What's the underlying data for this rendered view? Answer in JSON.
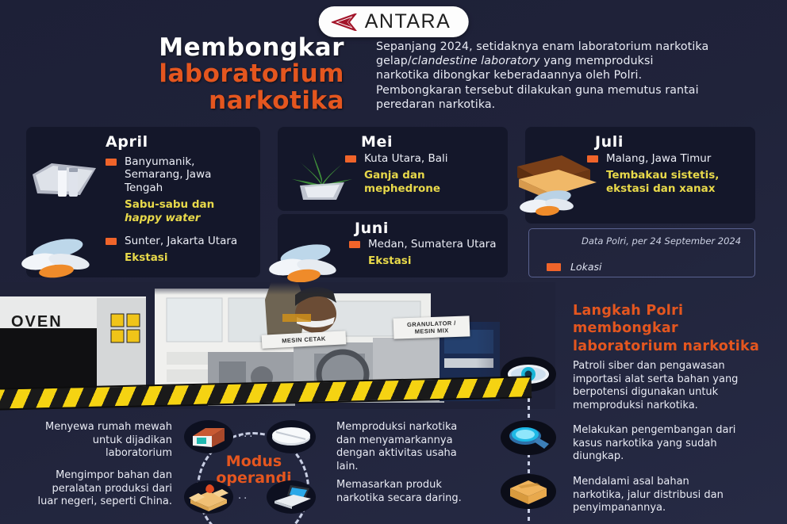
{
  "brand": {
    "name": "ANTARA",
    "logo_icon": "antara-triangle-logo"
  },
  "header": {
    "title_line1": "Membongkar",
    "title_line2": "laboratorium",
    "title_line3": "narkotika",
    "intro_part1": "Sepanjang 2024, setidaknya enam laboratorium narkotika gelap/",
    "intro_italic1": "clandestine laboratory",
    "intro_part2": " yang memproduksi narkotika dibongkar keberadaannya oleh Polri. Pembongkaran tersebut dilakukan guna memutus rantai peredaran narkotika.",
    "accent_orange": "#e4561f",
    "accent_yellow": "#e8d94a"
  },
  "months": [
    {
      "name": "April",
      "icon1": "drug-packet-icon",
      "icon2": "ecstasy-pills-icon",
      "entries": [
        {
          "location": "Banyumanik, Semarang, Jawa Tengah",
          "drug": "Sabu-sabu dan ",
          "drug_italic": "happy water"
        },
        {
          "location": "Sunter, Jakarta Utara",
          "drug": "Ekstasi",
          "drug_italic": ""
        }
      ]
    },
    {
      "name": "Mei",
      "icon1": "cannabis-leaf-icon",
      "entries": [
        {
          "location": "Kuta Utara, Bali",
          "drug": "Ganja dan mephedrone",
          "drug_italic": ""
        }
      ]
    },
    {
      "name": "Juni",
      "icon1": "ecstasy-pills-icon",
      "entries": [
        {
          "location": "Medan, Sumatera Utara",
          "drug": "Ekstasi",
          "drug_italic": ""
        }
      ]
    },
    {
      "name": "Juli",
      "icon1": "tobacco-pills-icon",
      "entries": [
        {
          "location": "Malang, Jawa Timur",
          "drug": "Tembakau sistetis, ekstasi dan xanax",
          "drug_italic": ""
        }
      ]
    }
  ],
  "legend": {
    "note": "Data Polri, per 24 September 2024",
    "swatch_label": "Lokasi",
    "swatch_color": "#f0642a"
  },
  "photo": {
    "label_oven": "OVEN",
    "label_mesin_cetak": "MESIN CETAK",
    "label_granulator": "GRANULATOR / MESIN MIX",
    "alt": "polisi-di-laboratorium-narkotika"
  },
  "steps": {
    "title": "Langkah Polri membongkar laboratorium narkotika",
    "items": [
      {
        "icon": "eye-icon",
        "text": "Patroli siber dan pengawasan importasi alat serta bahan yang berpotensi digunakan untuk memproduksi narkotika."
      },
      {
        "icon": "magnifier-icon",
        "text": "Melakukan pengembangan dari kasus narkotika yang sudah diungkap."
      },
      {
        "icon": "package-box-icon",
        "text": "Mendalami asal bahan narkotika, jalur distribusi dan penyimpanannya."
      }
    ]
  },
  "modus": {
    "label_line1": "Modus",
    "label_line2": "operandi",
    "items": [
      {
        "icon": "house-icon",
        "text": "Menyewa rumah mewah untuk dijadikan laboratorium",
        "side": "left"
      },
      {
        "icon": "pill-icon",
        "text": "Memproduksi narkotika dan menyamarkannya dengan aktivitas usaha lain.",
        "side": "right"
      },
      {
        "icon": "open-box-icon",
        "text": "Mengimpor bahan dan peralatan produksi dari luar negeri, seperti China.",
        "side": "left"
      },
      {
        "icon": "laptop-icon",
        "text": "Memasarkan produk narkotika secara daring.",
        "side": "right"
      }
    ]
  }
}
